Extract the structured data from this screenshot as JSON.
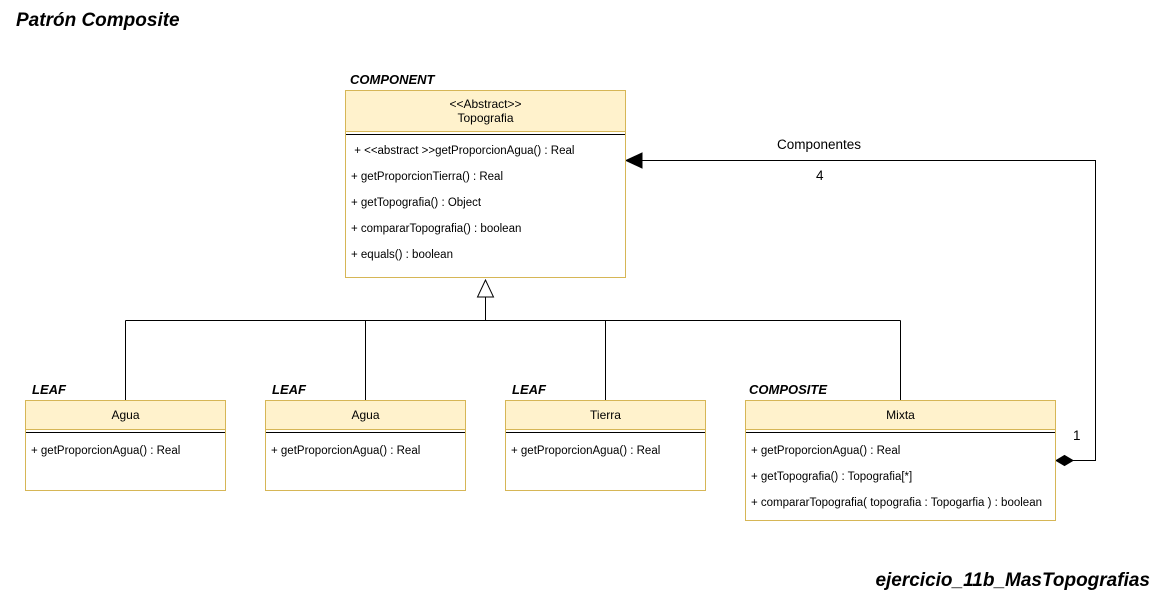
{
  "diagram": {
    "title": "Patrón Composite",
    "footer_title": "ejercicio_11b_MasTopografias",
    "component": {
      "role": "COMPONENT",
      "stereotype": "<<Abstract>>",
      "name": "Topografia",
      "methods": [
        " + <<abstract >>getProporcionAgua() : Real",
        "+ getProporcionTierra() : Real",
        "+ getTopografia() : Object",
        "+ compararTopografia() : boolean",
        "+ equals() : boolean"
      ]
    },
    "leaves": [
      {
        "role": "LEAF",
        "name": "Agua",
        "methods": [
          "+ getProporcionAgua() : Real"
        ]
      },
      {
        "role": "LEAF",
        "name": "Agua",
        "methods": [
          "+ getProporcionAgua() : Real"
        ]
      },
      {
        "role": "LEAF",
        "name": "Tierra",
        "methods": [
          "+ getProporcionAgua() : Real"
        ]
      }
    ],
    "composite": {
      "role": "COMPOSITE",
      "name": "Mixta",
      "methods": [
        "+ getProporcionAgua() : Real",
        "+ getTopografia() : Topografia[*]",
        "+ compararTopografia( topografia : Topogarfia ) : boolean"
      ]
    },
    "association": {
      "label": "Componentes",
      "target_multiplicity": "4",
      "source_multiplicity": "1"
    },
    "colors": {
      "class_fill": "#fff2cc",
      "class_border": "#d6b656",
      "line": "#000000"
    }
  }
}
